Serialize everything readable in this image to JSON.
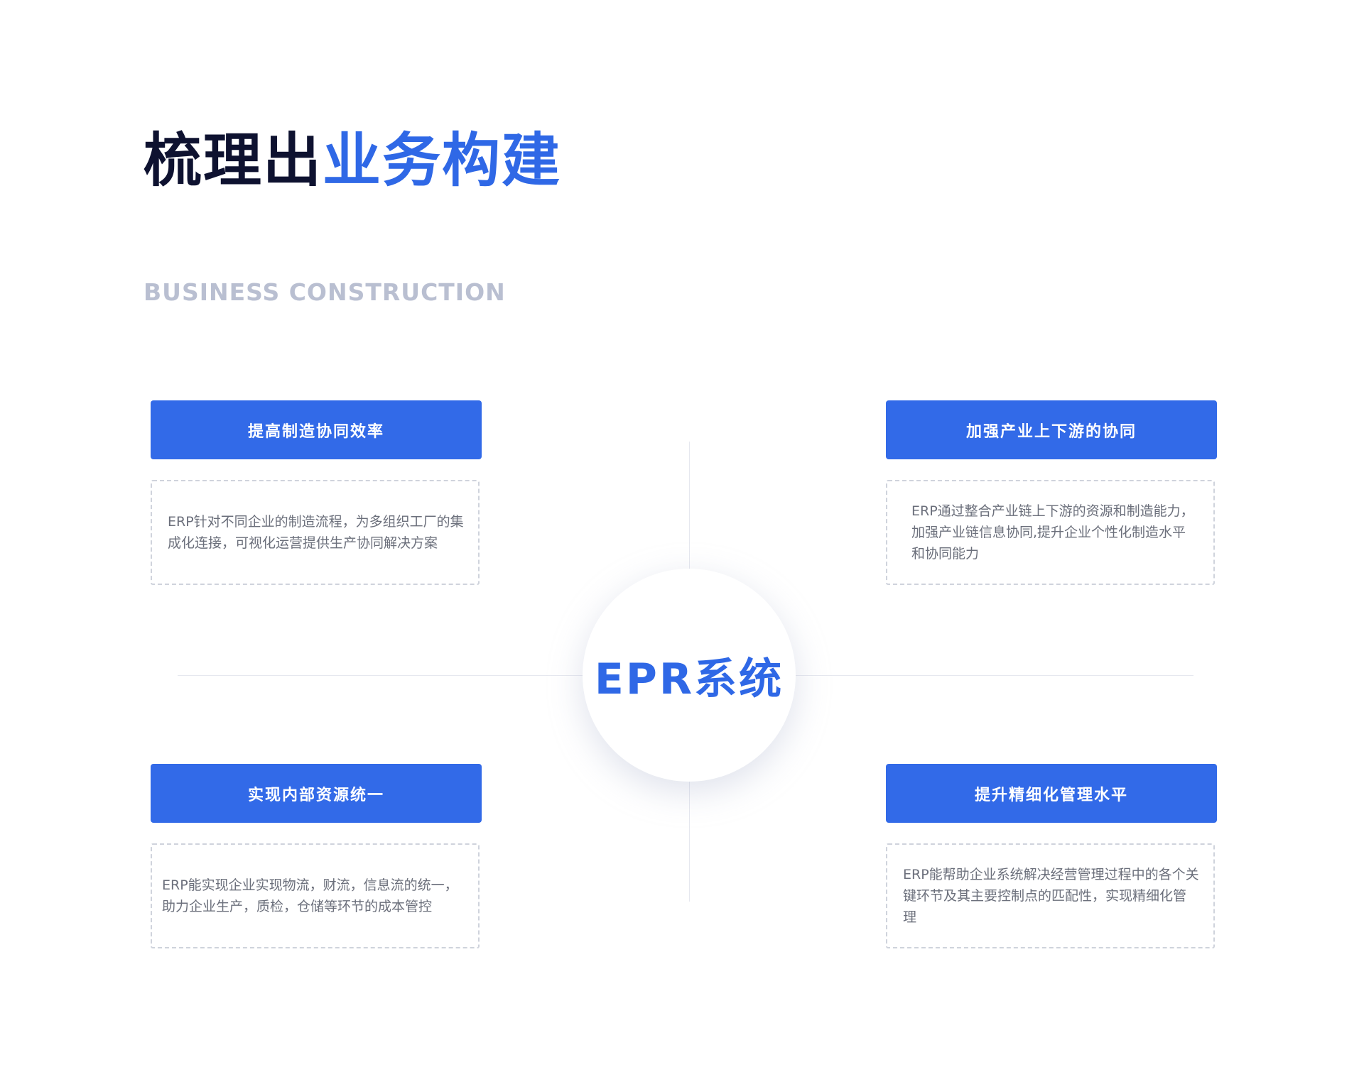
{
  "header": {
    "title_dark": "梳理出",
    "title_blue": "业务构建",
    "subtitle": "BUSINESS CONSTRUCTION"
  },
  "center": {
    "label": "EPR系统"
  },
  "quadrants": [
    {
      "title": "提高制造协同效率",
      "desc": "ERP针对不同企业的制造流程，为多组织工厂的集成化连接，可视化运营提供生产协同解决方案"
    },
    {
      "title": "加强产业上下游的协同",
      "desc": "ERP通过整合产业链上下游的资源和制造能力，加强产业链信息协同,提升企业个性化制造水平和协同能力"
    },
    {
      "title": "实现内部资源统一",
      "desc": "ERP能实现企业实现物流，财流，信息流的统一，助力企业生产，质检，仓储等环节的成本管控"
    },
    {
      "title": "提升精细化管理水平",
      "desc": "ERP能帮助企业系统解决经营管理过程中的各个关键环节及其主要控制点的匹配性，实现精细化管理"
    }
  ],
  "colors": {
    "accent": "#326ae8",
    "title_dark": "#0e1230",
    "subtitle": "#b9bfd1",
    "desc_text": "#6b6f7b",
    "dashed_border": "#cfd3dc"
  }
}
